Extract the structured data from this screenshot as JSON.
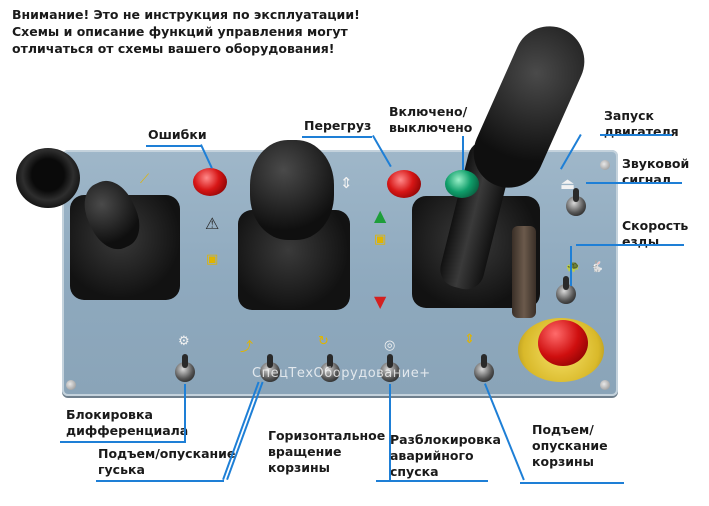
{
  "notice": {
    "line1": "Внимание! Это не инструкция по эксплуатации!",
    "line2": "Схемы и описание функций управления могут",
    "line3": "отличаться от схемы вашего оборудования!"
  },
  "labels": {
    "errors": "Ошибки",
    "overload": "Перегруз",
    "power": "Включено/\nвыключено",
    "engine_start": "Запуск\nдвигателя",
    "horn": "Звуковой\nсигнал",
    "drive_speed": "Скорость\nезды",
    "diff_lock": "Блокировка\nдифференциала",
    "jib": "Подъем/опускание\nгуська",
    "basket_rotation": "Горизонтальное\nвращение\nкорзины",
    "emergency_unlock": "Разблокировка\nаварийного\nспуска",
    "basket_lift": "Подъем/\nопускание\nкорзины"
  },
  "watermark": "СпецТехОборудование+",
  "colors": {
    "accent_line": "#1e7fd6",
    "panel": "#9fb7c9",
    "red_lamp": "#d71616",
    "green_lamp": "#0f9e6a",
    "estop": "#cf0f0f",
    "estop_base": "#d9b92a"
  },
  "icons": {
    "warning": "warning-triangle-icon",
    "arrows_vertical": "arrows-up-down-icon",
    "turtle": "turtle-icon",
    "rabbit": "rabbit-icon",
    "horn": "horn-icon"
  }
}
